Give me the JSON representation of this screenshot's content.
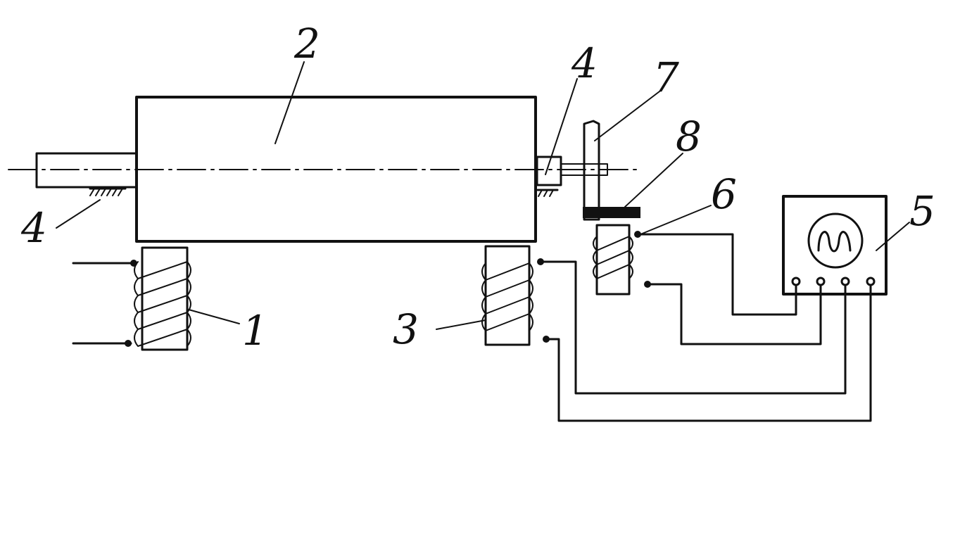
{
  "labels": {
    "rotor": "2",
    "bearing_left": "4",
    "bearing_right": "4",
    "exciter_coil": "1",
    "pickup_coil": "3",
    "sensor_coil": "6",
    "disc": "7",
    "marker": "8",
    "oscilloscope": "5"
  },
  "icons": {
    "oscilloscope_screen": "sine-wave-icon"
  },
  "colors": {
    "ink": "#111111",
    "background": "#ffffff"
  }
}
